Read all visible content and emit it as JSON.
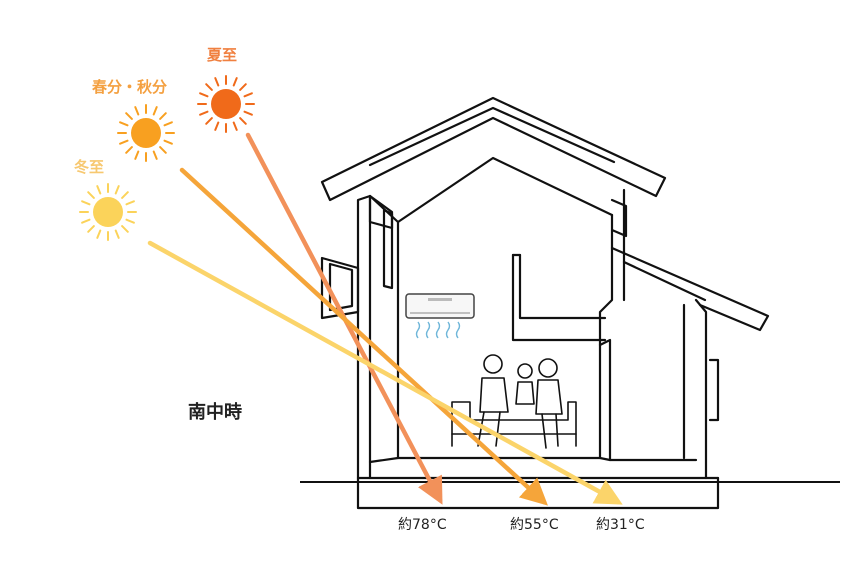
{
  "caption": "南中時",
  "suns": [
    {
      "id": "summer",
      "label": "夏至",
      "color": "#f06a1a",
      "label_color": "#f08040",
      "ray_color": "#f2915a"
    },
    {
      "id": "equinox",
      "label": "春分・秋分",
      "color": "#f8a020",
      "label_color": "#f4a040",
      "ray_color": "#f5a53a"
    },
    {
      "id": "winter",
      "label": "冬至",
      "color": "#fbd35a",
      "label_color": "#f7c870",
      "ray_color": "#fbd46a"
    }
  ],
  "angles": [
    {
      "sun": "summer",
      "text": "約78°C"
    },
    {
      "sun": "equinox",
      "text": "約55°C"
    },
    {
      "sun": "winter",
      "text": "約31°C"
    }
  ]
}
